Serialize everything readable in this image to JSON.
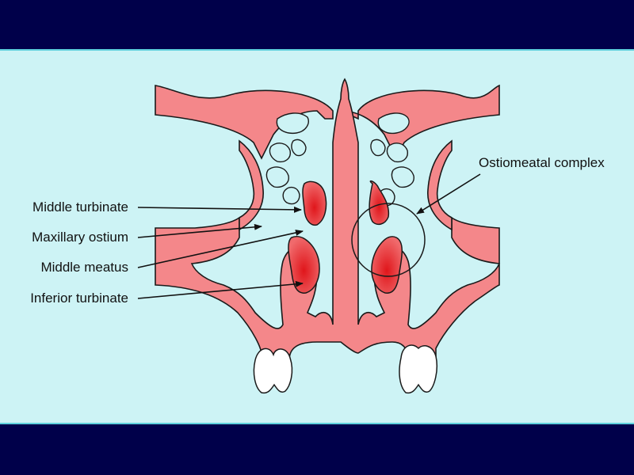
{
  "colors": {
    "background": "#00004a",
    "panel": "#cdf3f5",
    "tissue": "#f4878a",
    "turbinate_dark": "#e0161b",
    "tooth": "#ffffff",
    "outline": "#1a1a1a"
  },
  "labels": {
    "middle_turbinate": "Middle turbinate",
    "maxillary_ostium": "Maxillary ostium",
    "middle_meatus": "Middle meatus",
    "inferior_turbinate": "Inferior turbinate",
    "ostiomeatal_complex": "Ostiomeatal complex"
  },
  "icons": {
    "arrow": "arrow-icon",
    "tooth": "tooth-icon"
  }
}
